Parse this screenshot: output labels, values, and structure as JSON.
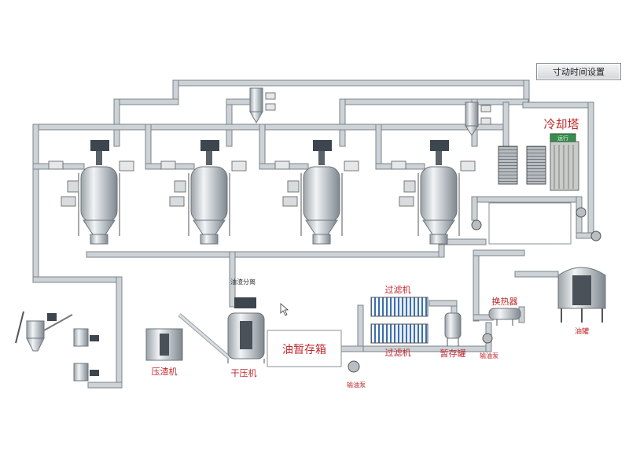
{
  "top_button": {
    "label": "寸动时间设置"
  },
  "labels": {
    "cooling_tower": "冷却塔",
    "cooling_screen": "运行",
    "oil_separator": "油渣分离",
    "oil_temp_tank": "油暂存箱",
    "filter_1": "过滤机",
    "filter_2": "过滤机",
    "temp_tank": "暂存罐",
    "heat_exchanger": "换热器",
    "oil_tank": "油罐",
    "residue_press": "压渣机",
    "dry_press": "干压机",
    "oil_pump_1": "输油泵",
    "oil_pump_2": "输油泵"
  },
  "colors": {
    "pipe": "#cdd2d6",
    "label_red": "#c0282c",
    "tank_dark": "#4a5158",
    "screen_green": "#3c8c50"
  }
}
